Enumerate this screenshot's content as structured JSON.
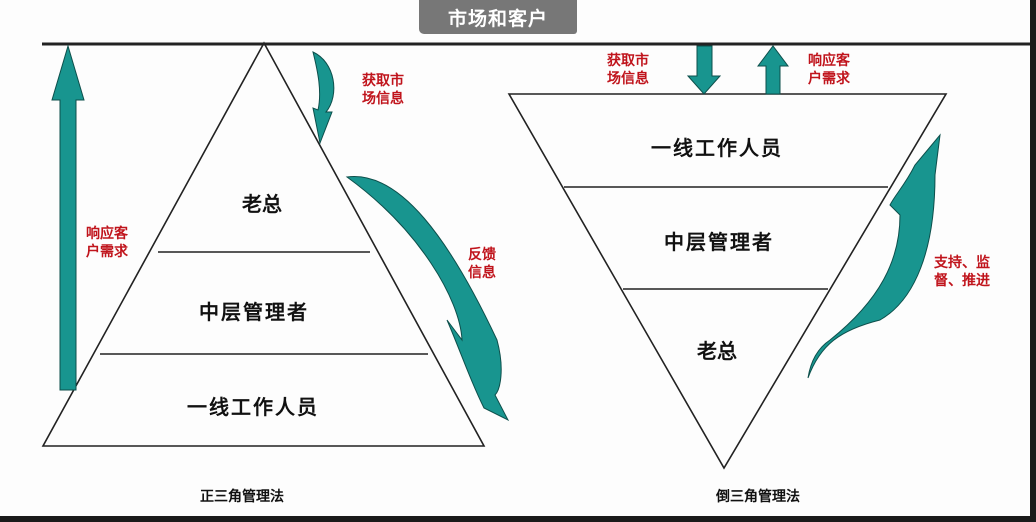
{
  "header": {
    "title": "市场和客户"
  },
  "colors": {
    "arrow_fill": "#18958f",
    "arrow_stroke": "#0d4f4b",
    "annotation_red": "#c0141c",
    "title_bg": "#777777",
    "line": "#222222"
  },
  "left_diagram": {
    "caption": "正三角管理法",
    "layers": [
      "老总",
      "中层管理者",
      "一线工作人员"
    ],
    "annotations": {
      "get_market_info": [
        "获取市",
        "场信息"
      ],
      "respond_customer": [
        "响应客",
        "户需求"
      ],
      "feedback": [
        "反馈",
        "信息"
      ]
    }
  },
  "right_diagram": {
    "caption": "倒三角管理法",
    "layers": [
      "一线工作人员",
      "中层管理者",
      "老总"
    ],
    "annotations": {
      "get_market_info": [
        "获取市",
        "场信息"
      ],
      "respond_customer": [
        "响应客",
        "户需求"
      ],
      "support": [
        "支持、监",
        "督、推进"
      ]
    }
  }
}
